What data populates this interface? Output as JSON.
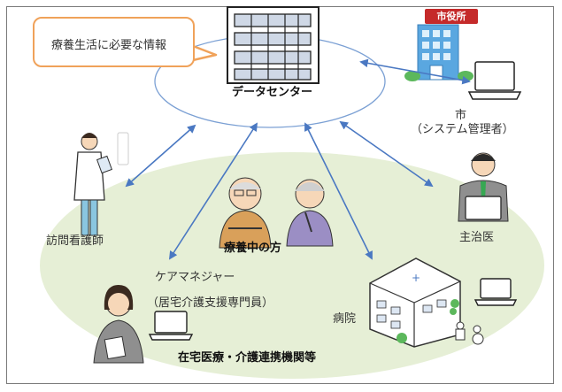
{
  "callout": "療養生活に必要な情報",
  "data_center": "データセンター",
  "city_sign": "市役所",
  "city": {
    "name": "市",
    "role": "（システム管理者）"
  },
  "nurse": "訪問看護師",
  "doctor": "主治医",
  "patient": "療養中の方",
  "care_manager": {
    "name": "ケアマネジャー",
    "role": "（居宅介護支援専門員）"
  },
  "hospital": "病院",
  "network": "在宅医療・介護連携機関等",
  "colors": {
    "network_fill": "#e6efd6",
    "arrow": "#4a78c2",
    "callout_border": "#f0a25a",
    "city_sign": "#c52a2a"
  }
}
